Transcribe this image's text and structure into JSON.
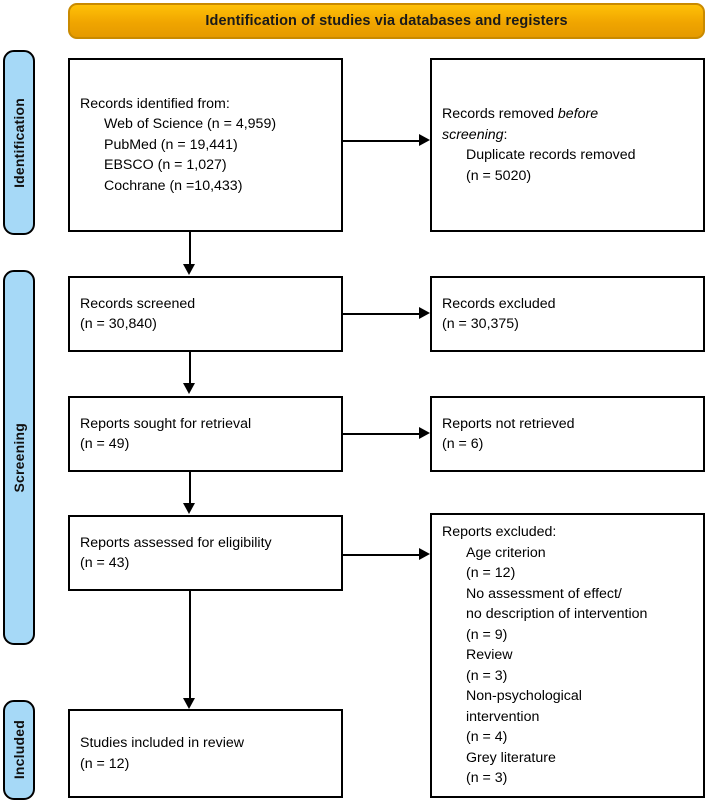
{
  "banner": {
    "title": "Identification of studies via databases and registers",
    "fill_color": "#F0A500",
    "border_color": "#C98A00"
  },
  "stages": [
    {
      "label": "Identification",
      "fill_color": "#A6D9F7"
    },
    {
      "label": "Screening",
      "fill_color": "#A6D9F7"
    },
    {
      "label": "Included",
      "fill_color": "#A6D9F7"
    }
  ],
  "boxes": {
    "records_identified": {
      "lines": [
        "Records identified from:",
        "Web of Science (n = 4,959)",
        "PubMed (n = 19,441)",
        "EBSCO (n = 1,027)",
        "Cochrane (n =10,433)"
      ]
    },
    "records_removed": {
      "line1_plain": "Records removed ",
      "line1_italic": "before",
      "line2_italic": "screening",
      "line2_plain": ":",
      "line3": "Duplicate records removed",
      "line4": "(n = 5020)"
    },
    "records_screened": {
      "lines": [
        "Records screened",
        "(n = 30,840)"
      ]
    },
    "records_excluded": {
      "lines": [
        "Records excluded",
        "(n = 30,375)"
      ]
    },
    "reports_sought": {
      "lines": [
        "Reports sought for retrieval",
        "(n = 49)"
      ]
    },
    "reports_not_retrieved": {
      "lines": [
        "Reports not retrieved",
        "(n = 6)"
      ]
    },
    "reports_assessed": {
      "lines": [
        "Reports assessed for eligibility",
        "(n = 43)"
      ]
    },
    "reports_excluded": {
      "heading": "Reports excluded:",
      "items": [
        "Age criterion",
        "(n = 12)",
        "No assessment of effect/",
        "no description of intervention",
        "(n = 9)",
        "Review",
        "(n = 3)",
        "Non-psychological",
        "intervention",
        "(n = 4)",
        "Grey literature",
        "(n = 3)"
      ]
    },
    "studies_included": {
      "lines": [
        "Studies included in review",
        "(n = 12)"
      ]
    }
  }
}
